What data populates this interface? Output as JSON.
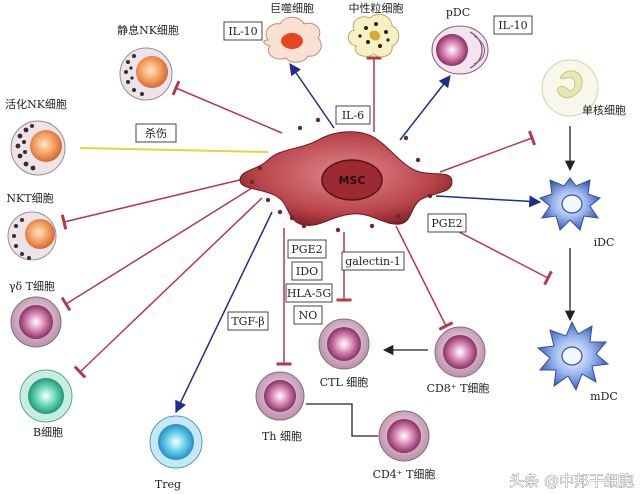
{
  "center": {
    "label": "MSC",
    "color": "#b8434a"
  },
  "colors": {
    "inhibit": "#b43a48",
    "promote": "#1e2f8c",
    "kill": "#e0d63a",
    "neutral": "#222222"
  },
  "cells": {
    "resting_nk": "静息NK细胞",
    "activated_nk": "活化NK细胞",
    "nkt": "NKT细胞",
    "gamma_delta_t": "γδ T细胞",
    "b_cell": "B细胞",
    "treg": "Treg",
    "th": "Th 细胞",
    "ctl": "CTL 细胞",
    "cd8": "CD8⁺ T细胞",
    "cd4": "CD4⁺ T细胞",
    "macrophage": "巨噬细胞",
    "neutrophil": "中性粒细胞",
    "pdc": "pDC",
    "monocyte": "单核细胞",
    "idc": "iDC",
    "mdc": "mDC"
  },
  "boxes": {
    "il10_macrophage": "IL-10",
    "il10_pdc": "IL-10",
    "il6": "IL-6",
    "kill": "杀伤",
    "pge2_right": "PGE2",
    "galectin": "galectin-1",
    "pge2_center": "PGE2",
    "ido": "IDO",
    "hla5g": "HLA-5G",
    "no": "NO",
    "tgfb": "TGF-β"
  },
  "watermark": "头条 @中邦干细胞"
}
